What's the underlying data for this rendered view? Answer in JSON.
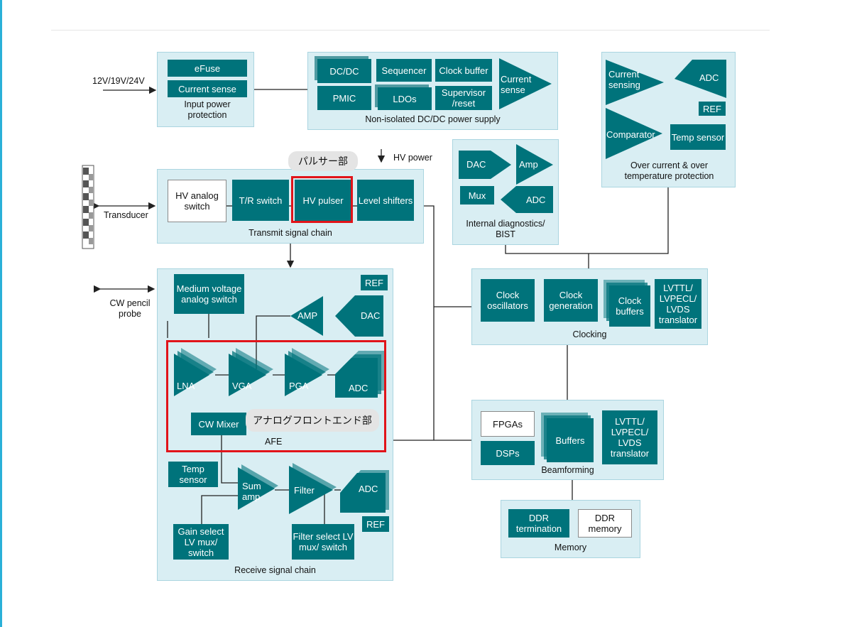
{
  "input_voltage": "12V/19V/24V",
  "input_power": {
    "caption": "Input power protection",
    "blocks": [
      "eFuse",
      "Current sense"
    ]
  },
  "dcdc": {
    "caption": "Non-isolated DC/DC power supply",
    "blocks": [
      "DC/DC",
      "Sequencer",
      "Clock buffer",
      "PMIC",
      "LDOs",
      "Supervisor /reset",
      "Current sense"
    ]
  },
  "protection": {
    "caption": "Over current & over temperature protection",
    "blocks": [
      "Current sensing",
      "ADC",
      "REF",
      "Comparator",
      "Temp sensor"
    ]
  },
  "hv_power": "HV power",
  "pulser_note": "パルサー部",
  "transducer": "Transducer",
  "transmit": {
    "caption": "Transmit signal chain",
    "blocks": [
      "HV analog switch",
      "T/R switch",
      "HV pulser",
      "Level shifters"
    ]
  },
  "diagnostics": {
    "caption": "Internal diagnostics/ BIST",
    "blocks": [
      "DAC",
      "Amp",
      "Mux",
      "ADC"
    ]
  },
  "cw_probe": "CW pencil probe",
  "receive": {
    "caption": "Receive signal chain",
    "blocks": [
      "Medium voltage analog switch",
      "REF",
      "AMP",
      "DAC",
      "LNA",
      "VGA",
      "PGA",
      "ADC",
      "CW Mixer",
      "Temp sensor",
      "Sum amp",
      "Filter",
      "ADC",
      "REF",
      "Gain select LV mux/ switch",
      "Filter select LV mux/ switch"
    ]
  },
  "afe": {
    "caption": "AFE",
    "note": "アナログフロントエンド部"
  },
  "clocking": {
    "caption": "Clocking",
    "blocks": [
      "Clock oscillators",
      "Clock generation",
      "Clock buffers",
      "LVTTL/ LVPECL/ LVDS translator"
    ]
  },
  "beamforming": {
    "caption": "Beamforming",
    "blocks": [
      "FPGAs",
      "DSPs",
      "Buffers",
      "LVTTL/ LVPECL/ LVDS translator"
    ]
  },
  "memory": {
    "caption": "Memory",
    "blocks": [
      "DDR termination",
      "DDR memory"
    ]
  },
  "colors": {
    "block": "#00737b",
    "panel": "#d9eef3",
    "panel_border": "#aad5e0",
    "highlight": "#e1141a",
    "line": "#222222"
  }
}
